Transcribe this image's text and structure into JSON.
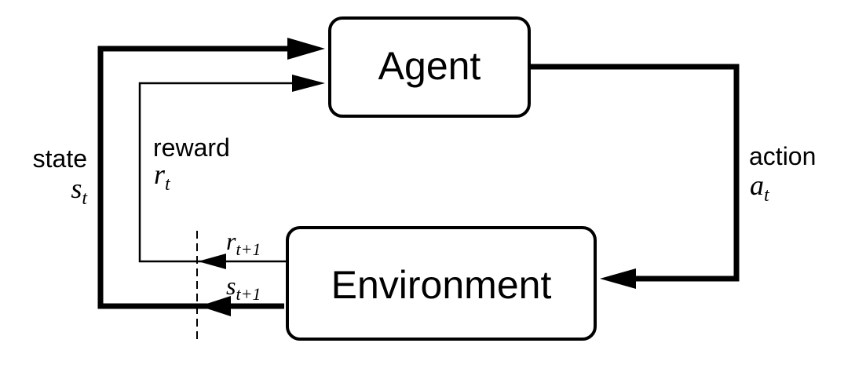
{
  "agent": {
    "label": "Agent"
  },
  "environment": {
    "label": "Environment"
  },
  "state": {
    "word": "state",
    "symbol": "s",
    "sub": "t"
  },
  "reward": {
    "word": "reward",
    "symbol": "r",
    "sub": "t"
  },
  "action": {
    "word": "action",
    "symbol": "a",
    "sub": "t"
  },
  "next_reward": {
    "symbol": "r",
    "sub": "t+1"
  },
  "next_state": {
    "symbol": "s",
    "sub": "t+1"
  }
}
